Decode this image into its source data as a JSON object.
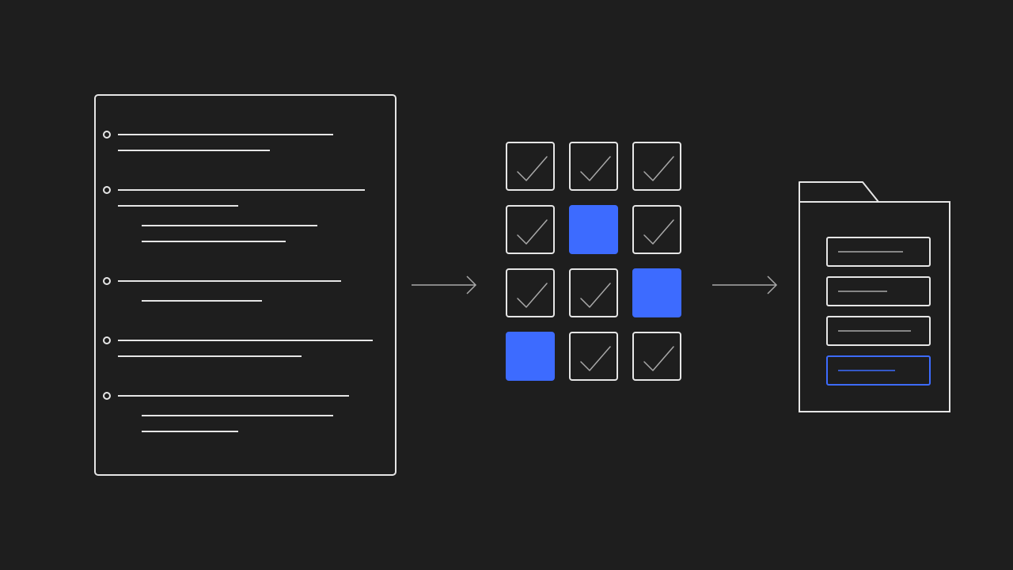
{
  "colors": {
    "background": "#1e1e1e",
    "stroke": "#e6e6e6",
    "muted": "#a8a8a8",
    "accent": "#3d6bff"
  },
  "document": {
    "icon": "document-outline-icon",
    "bullet_icon": "circle-bullet-icon",
    "bullet_count": 5
  },
  "arrows": {
    "icon": "arrow-right-icon",
    "count": 2
  },
  "grid": {
    "rows": 4,
    "cols": 3,
    "check_icon": "checkmark-icon",
    "cells": [
      "checked",
      "checked",
      "checked",
      "checked",
      "filled",
      "checked",
      "checked",
      "checked",
      "filled",
      "filled",
      "checked",
      "checked"
    ]
  },
  "folder": {
    "icon": "folder-icon",
    "entries": [
      {
        "state": "normal"
      },
      {
        "state": "normal"
      },
      {
        "state": "normal"
      },
      {
        "state": "highlighted"
      }
    ]
  }
}
